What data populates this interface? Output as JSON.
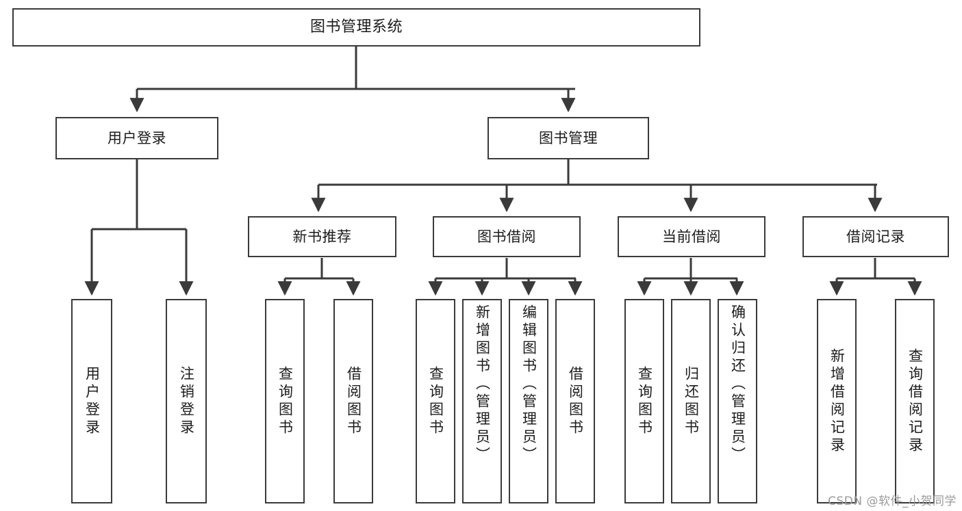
{
  "diagram": {
    "title": "图书管理系统",
    "watermark": "CSDN @软件_小贺同学",
    "colors": {
      "background": "#ffffff",
      "node_border": "#3a3a3a",
      "node_fill": "#ffffff",
      "edge": "#3a3a3a",
      "text": "#1c1c1c",
      "watermark": "#9a9a9a"
    },
    "levels": {
      "root": "图书管理系统",
      "level2": [
        "用户登录",
        "图书管理"
      ],
      "level3": [
        "新书推荐",
        "图书借阅",
        "当前借阅",
        "借阅记录"
      ]
    },
    "nodes": {
      "root": {
        "label": "图书管理系统"
      },
      "user_login": {
        "label": "用户登录"
      },
      "book_manage": {
        "label": "图书管理"
      },
      "new_book_rec": {
        "label": "新书推荐"
      },
      "book_borrow": {
        "label": "图书借阅"
      },
      "current_borrow": {
        "label": "当前借阅"
      },
      "borrow_record": {
        "label": "借阅记录"
      },
      "leaf_user_login": {
        "label": "用户登录"
      },
      "leaf_logout": {
        "label": "注销登录"
      },
      "leaf_query_book_1": {
        "label": "查询图书"
      },
      "leaf_borrow_book_1": {
        "label": "借阅图书"
      },
      "leaf_query_book_2": {
        "label": "查询图书"
      },
      "leaf_add_book": {
        "label": "新增图书（管理员）"
      },
      "leaf_edit_book": {
        "label": "编辑图书（管理员）"
      },
      "leaf_borrow_book_2": {
        "label": "借阅图书"
      },
      "leaf_query_book_3": {
        "label": "查询图书"
      },
      "leaf_return_book": {
        "label": "归还图书"
      },
      "leaf_confirm_return": {
        "label": "确认归还（管理员）"
      },
      "leaf_add_record": {
        "label": "新增借阅记录"
      },
      "leaf_query_record": {
        "label": "查询借阅记录"
      }
    },
    "edges": [
      {
        "from": "图书管理系统",
        "to": "用户登录"
      },
      {
        "from": "图书管理系统",
        "to": "图书管理"
      },
      {
        "from": "用户登录",
        "to": "用户登录"
      },
      {
        "from": "用户登录",
        "to": "注销登录"
      },
      {
        "from": "图书管理",
        "to": "新书推荐"
      },
      {
        "from": "图书管理",
        "to": "图书借阅"
      },
      {
        "from": "图书管理",
        "to": "当前借阅"
      },
      {
        "from": "图书管理",
        "to": "借阅记录"
      },
      {
        "from": "新书推荐",
        "to": "查询图书"
      },
      {
        "from": "新书推荐",
        "to": "借阅图书"
      },
      {
        "from": "图书借阅",
        "to": "查询图书"
      },
      {
        "from": "图书借阅",
        "to": "新增图书（管理员）"
      },
      {
        "from": "图书借阅",
        "to": "编辑图书（管理员）"
      },
      {
        "from": "图书借阅",
        "to": "借阅图书"
      },
      {
        "from": "当前借阅",
        "to": "查询图书"
      },
      {
        "from": "当前借阅",
        "to": "归还图书"
      },
      {
        "from": "当前借阅",
        "to": "确认归还（管理员）"
      },
      {
        "from": "借阅记录",
        "to": "新增借阅记录"
      },
      {
        "from": "借阅记录",
        "to": "查询借阅记录"
      }
    ]
  }
}
